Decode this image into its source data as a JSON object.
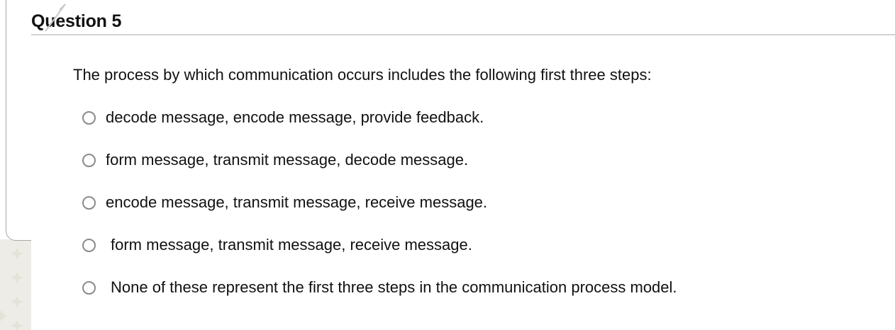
{
  "header": {
    "question_title": "Question 5",
    "divider": "horizontal-rule"
  },
  "question": {
    "prompt": "The process by which communication occurs includes the following first three steps:",
    "options": [
      {
        "id": "option-a",
        "label": "decode message, encode message, provide feedback.",
        "selected": false,
        "indented": false
      },
      {
        "id": "option-b",
        "label": "form message, transmit message, decode message.",
        "selected": false,
        "indented": false
      },
      {
        "id": "option-c",
        "label": "encode message, transmit message, receive message.",
        "selected": false,
        "indented": false
      },
      {
        "id": "option-d",
        "label": "form message, transmit message, receive message.",
        "selected": false,
        "indented": true
      },
      {
        "id": "option-e",
        "label": "None of these represent the first three steps in the communication process model.",
        "selected": false,
        "indented": true
      }
    ]
  },
  "decoration": {
    "strip_color": "#eeece6",
    "star_color": "#dedad0",
    "star_icon": "four-pointed-star-icon",
    "star_count": 4
  },
  "colors": {
    "page_background": "#ffffff",
    "text": "#111111",
    "rule": "#d2d2d2",
    "card_border": "#a9a9a9",
    "radio_border": "#8a8a8a"
  }
}
